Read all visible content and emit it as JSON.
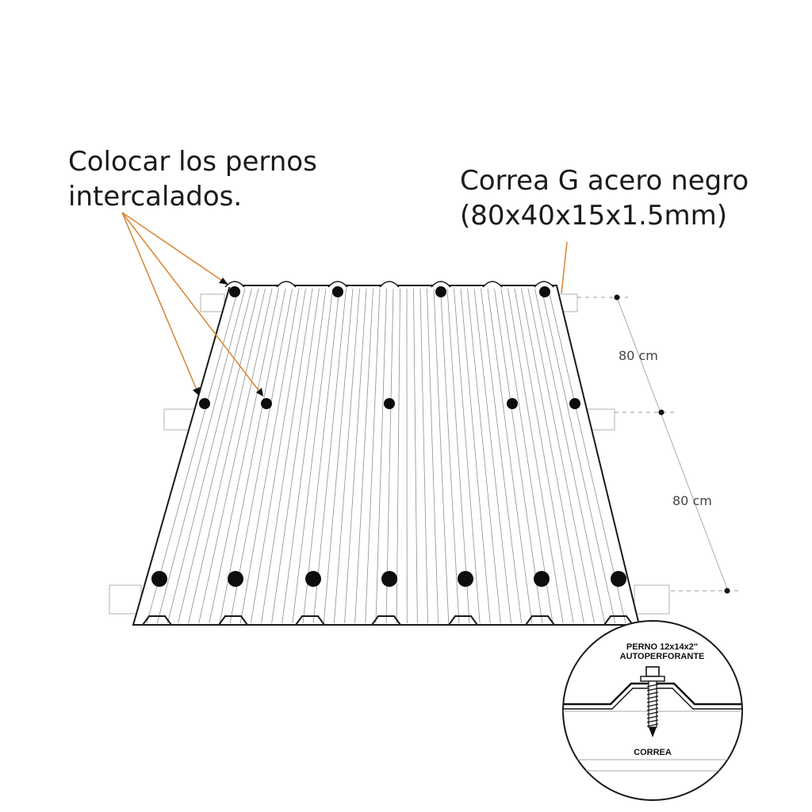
{
  "callouts": {
    "pernos": {
      "line1": "Colocar los pernos",
      "line2": "intercalados."
    },
    "correa": {
      "line1": "Correa G acero negro",
      "line2": "(80x40x15x1.5mm)"
    }
  },
  "dimensions": {
    "top": "80 cm",
    "bottom": "80 cm"
  },
  "detail": {
    "bolt_line1": "PERNO 12x14x2\"",
    "bolt_line2": "AUTOPERFORANTE",
    "purlin": "CORREA"
  },
  "colors": {
    "leader": "#d98a3c",
    "ink": "#111111",
    "bolt": "#0d0d0d",
    "guide": "#9a9a9a"
  }
}
